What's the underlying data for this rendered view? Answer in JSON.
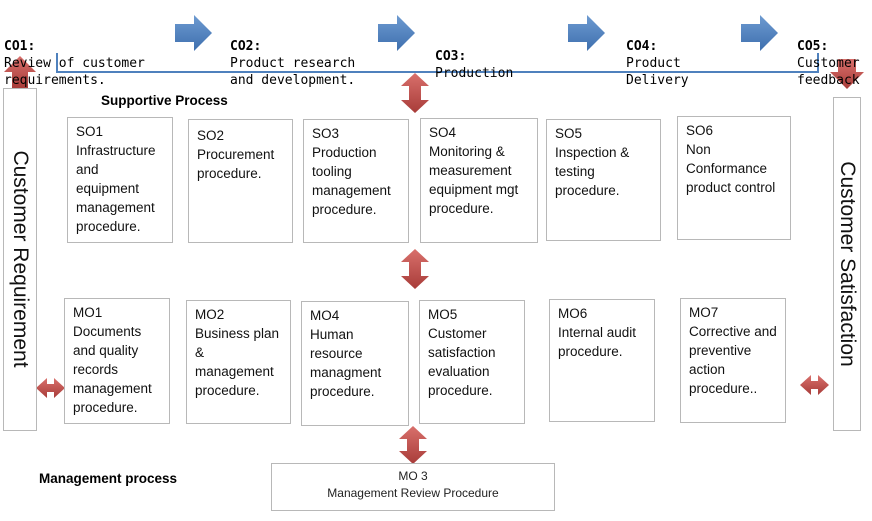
{
  "core_steps": [
    {
      "code": "CO1:",
      "text": "Review of customer\nrequirements."
    },
    {
      "code": "CO2:",
      "text": "Product research\nand development."
    },
    {
      "code": "CO3:",
      "text": "Production"
    },
    {
      "code": "CO4:",
      "text": "Product\nDelivery"
    },
    {
      "code": "CO5:",
      "text": "Customer\nfeedback"
    }
  ],
  "left_label": "Customer Requirement",
  "right_label": "Customer Satisfaction",
  "supportive": {
    "title": "Supportive Process",
    "items": [
      {
        "code": "SO1",
        "text": "Infrastructure and equipment management procedure."
      },
      {
        "code": "SO2",
        "text": "Procurement procedure."
      },
      {
        "code": "SO3",
        "text": "Production tooling management procedure."
      },
      {
        "code": "SO4",
        "text": "Monitoring & measurement equipment mgt procedure."
      },
      {
        "code": "SO5",
        "text": "Inspection & testing procedure."
      },
      {
        "code": "SO6",
        "text": "Non Conformance product control"
      }
    ]
  },
  "management": {
    "title": "Management process",
    "items": [
      {
        "code": "MO1",
        "text": "Documents and quality records management procedure."
      },
      {
        "code": "MO2",
        "text": "Business plan & management procedure."
      },
      {
        "code": "MO4",
        "text": "Human resource managment procedure."
      },
      {
        "code": "MO5",
        "text": "Customer satisfaction evaluation procedure."
      },
      {
        "code": "MO6",
        "text": "Internal audit procedure."
      },
      {
        "code": "MO7",
        "text": "Corrective and preventive action procedure.."
      }
    ],
    "review": {
      "code": "MO 3",
      "text": "Management Review Procedure"
    }
  },
  "colors": {
    "blue_arrow": "#4f81bd",
    "red_arrow": "#c0504d",
    "connector_line": "#4f81bd",
    "box_border": "#b8b8b8"
  }
}
